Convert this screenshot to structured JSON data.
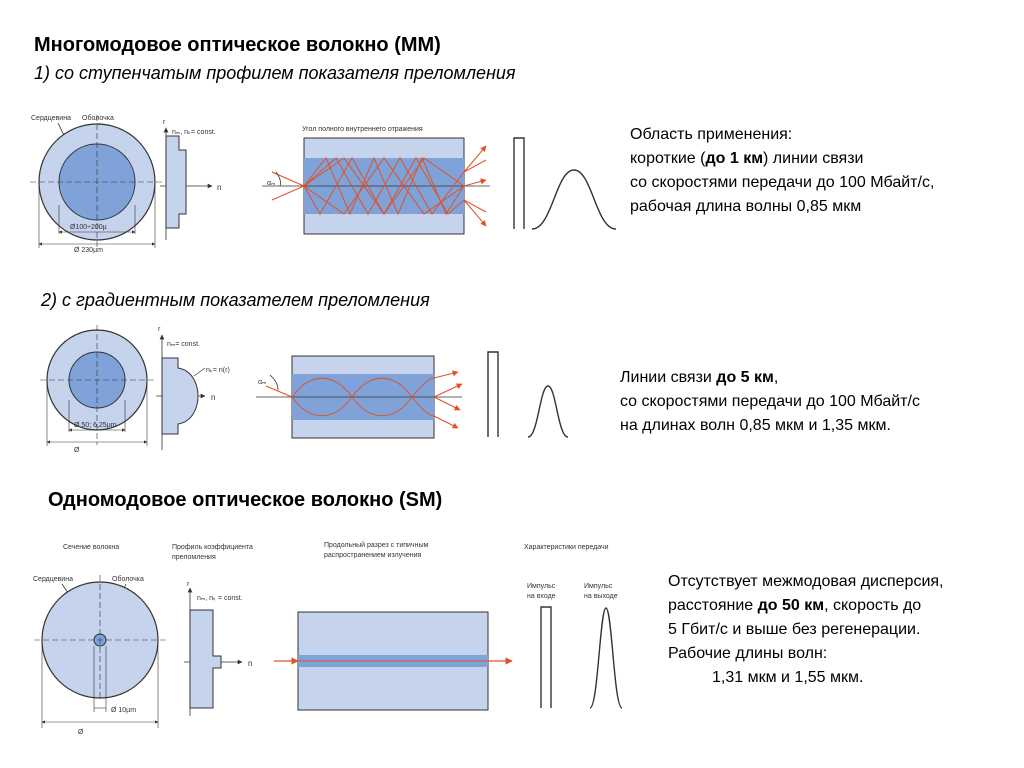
{
  "mm": {
    "title": "Многомодовое оптическое волокно (MM)",
    "step": {
      "subtitle": "1) со ступенчатым профилем показателя преломления",
      "labels": {
        "core": "Сердцевина",
        "cladding": "Оболочка",
        "dim_core": "Ø100÷200µ",
        "dim_outer": "Ø 230µm",
        "r": "r",
        "profile": "nₘ, nₖ= const.",
        "n": "n",
        "tir": "Угол полного внутреннего отражения",
        "alpha": "αₘ"
      },
      "desc": {
        "l1": "Область применения:",
        "l2_pre": "короткие (",
        "l2_bold": "до 1 км",
        "l2_post": ") линии связи",
        "l3": "со скоростями передачи  до 100 Мбайт/с,",
        "l4": "рабочая длина волны  0,85 мкм"
      }
    },
    "graded": {
      "subtitle": "2) с градиентным показателем преломления",
      "labels": {
        "dim_core": "Ø 50; 6,25µm",
        "dim_outer": "Ø",
        "r": "r",
        "profile1": "nₘ= const.",
        "profile2": "nₖ= n(r)",
        "n": "n",
        "alpha": "αₘ"
      },
      "desc": {
        "l1_pre": "Линии связи ",
        "l1_bold": "до 5 км",
        "l1_post": ",",
        "l2": "со скоростями передачи до 100 Мбайт/с",
        "l3": "на длинах волн 0,85 мкм и 1,35 мкм."
      }
    }
  },
  "sm": {
    "title": "Одномодовое оптическое волокно (SM)",
    "labels": {
      "section": "Сечение волокна",
      "profile_head1": "Профиль коэффициента",
      "profile_head2": "преломления",
      "long_head1": "Продольный разрез с типичным",
      "long_head2": "распространением излучения",
      "char_head": "Характеристики передачи",
      "core": "Сердцевина",
      "cladding": "Оболочка",
      "dim_core": "Ø 10µm",
      "dim_outer": "Ø",
      "r": "r",
      "profile": "nₘ, nₖ = const.",
      "n": "n",
      "pulse_in1": "Импульс",
      "pulse_in2": "на входе",
      "pulse_out1": "Импульс",
      "pulse_out2": "на выходе"
    },
    "desc": {
      "l1": "Отсутствует межмодовая дисперсия,",
      "l2_pre": "расстояние ",
      "l2_bold": "до 50 км",
      "l2_post": ",  скорость до",
      "l3": "5 Гбит/с и выше без регенерации.",
      "l4": "Рабочие длины волн:",
      "l5": "1,31 мкм и 1,55 мкм."
    }
  },
  "colors": {
    "cladding": "#c5d3ec",
    "core": "#7fa3d8",
    "ray": "#e2502a",
    "outline": "#333333"
  }
}
